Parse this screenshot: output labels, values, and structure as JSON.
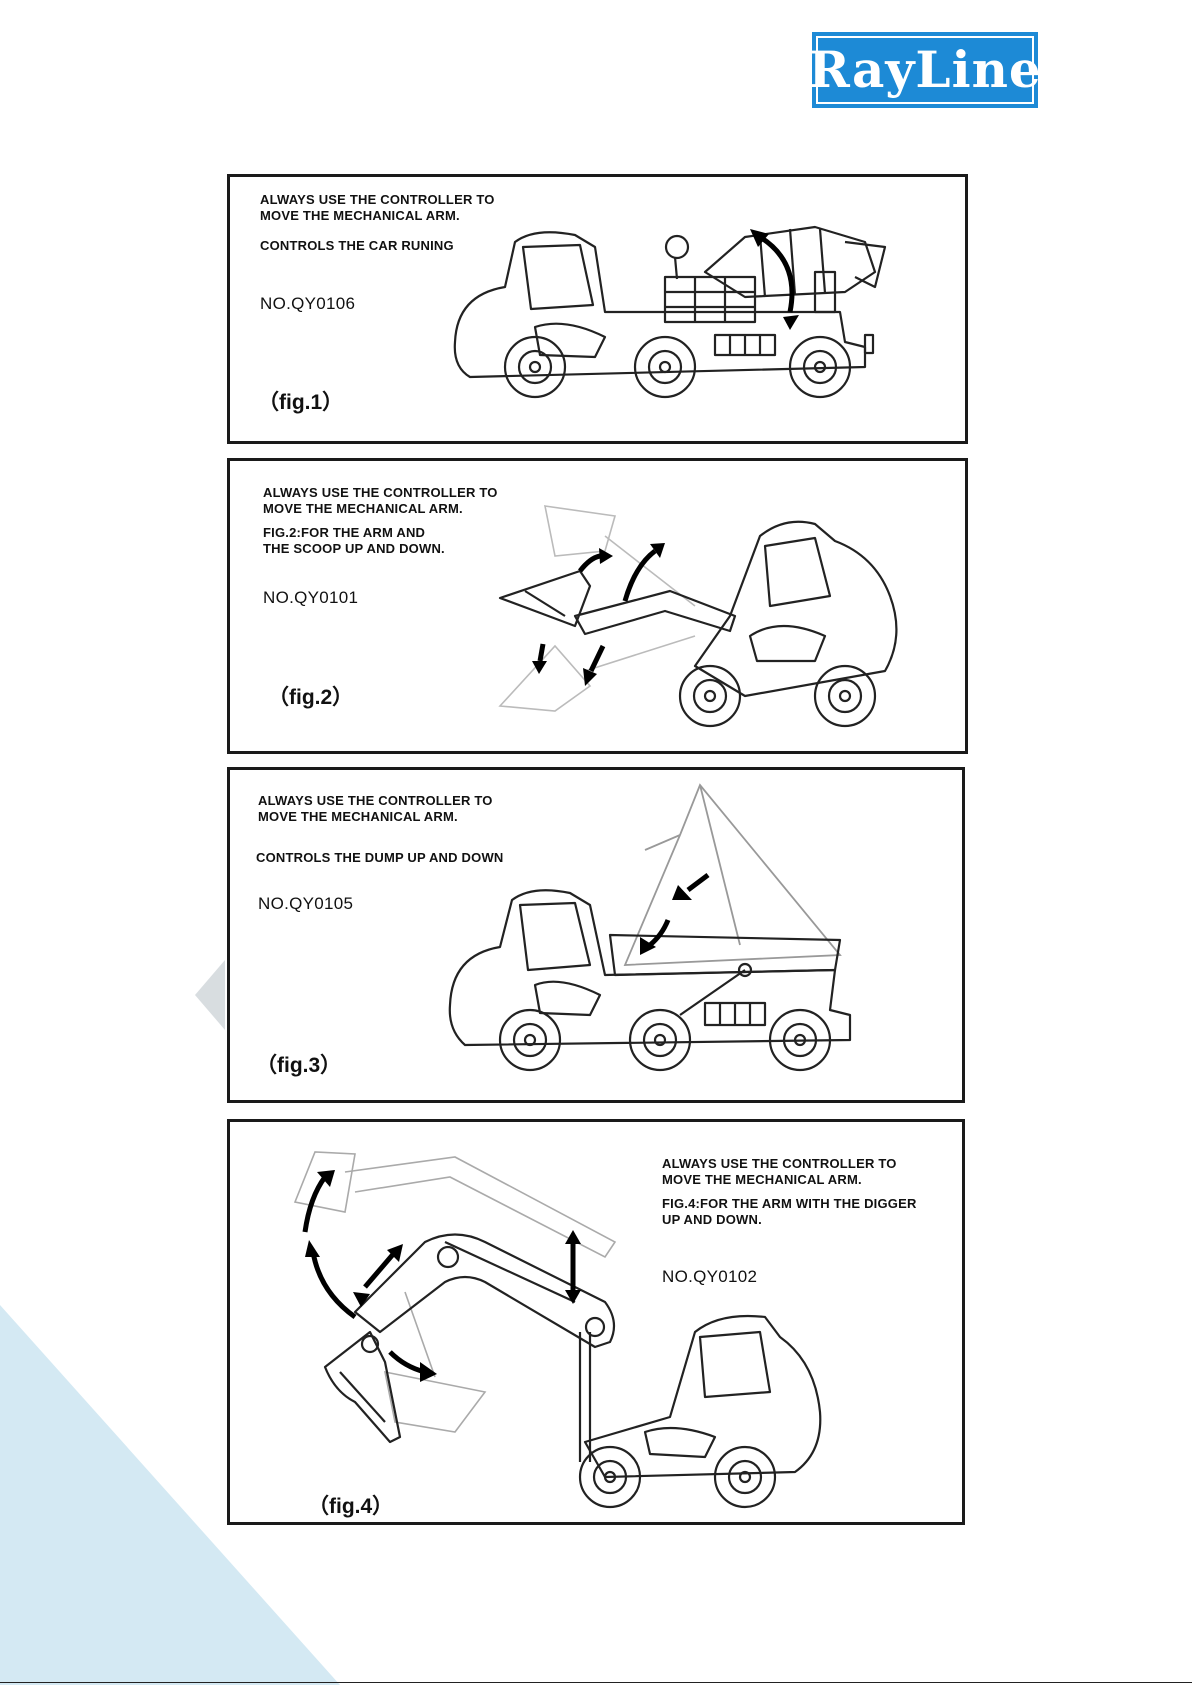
{
  "brand": {
    "logo_text": "RayLine",
    "color": "#1d8ad6"
  },
  "accent_color": "#d4e9f3",
  "panels": [
    {
      "instruction": "ALWAYS USE THE CONTROLLER TO\nMOVE THE MECHANICAL ARM.",
      "detail": "CONTROLS THE CAR RUNING",
      "model": "NO.QY0106",
      "figure": "（fig.1）",
      "illustration": "cement-mixer-truck-icon"
    },
    {
      "instruction": "ALWAYS USE THE CONTROLLER TO\nMOVE THE MECHANICAL ARM.",
      "detail": "FIG.2:FOR THE ARM AND\nTHE SCOOP UP AND DOWN.",
      "model": "NO.QY0101",
      "figure": "（fig.2）",
      "illustration": "front-loader-icon"
    },
    {
      "instruction": "ALWAYS USE THE CONTROLLER TO\nMOVE THE MECHANICAL ARM.",
      "detail": "CONTROLS THE DUMP UP AND DOWN",
      "model": "NO.QY0105",
      "figure": "（fig.3）",
      "illustration": "dump-truck-icon"
    },
    {
      "instruction": "ALWAYS USE THE CONTROLLER TO\nMOVE THE MECHANICAL ARM.",
      "detail": "FIG.4:FOR THE ARM WITH THE DIGGER\nUP AND DOWN.",
      "model": "NO.QY0102",
      "figure": "（fig.4）",
      "illustration": "excavator-icon"
    }
  ]
}
